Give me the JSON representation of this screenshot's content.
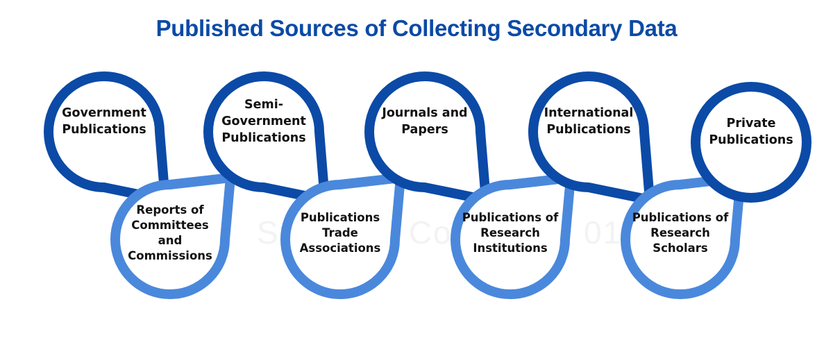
{
  "title": "Published Sources of Collecting Secondary Data",
  "colors": {
    "title": "#0b4aa6",
    "top_ring": "#0b4aa6",
    "bottom_ring": "#4a88dc",
    "text": "#111111"
  },
  "top_nodes": [
    {
      "label": "Government Publications"
    },
    {
      "label": "Semi-Government Publications"
    },
    {
      "label": "Journals and Papers"
    },
    {
      "label": "International Publications"
    },
    {
      "label": "Private Publications"
    }
  ],
  "bottom_nodes": [
    {
      "label": "Reports of Committees and Commissions"
    },
    {
      "label": "Publications Trade Associations"
    },
    {
      "label": "Publications of Research Institutions"
    },
    {
      "label": "Publications of Research Scholars"
    }
  ],
  "watermark": "Statistics Consulting 01"
}
